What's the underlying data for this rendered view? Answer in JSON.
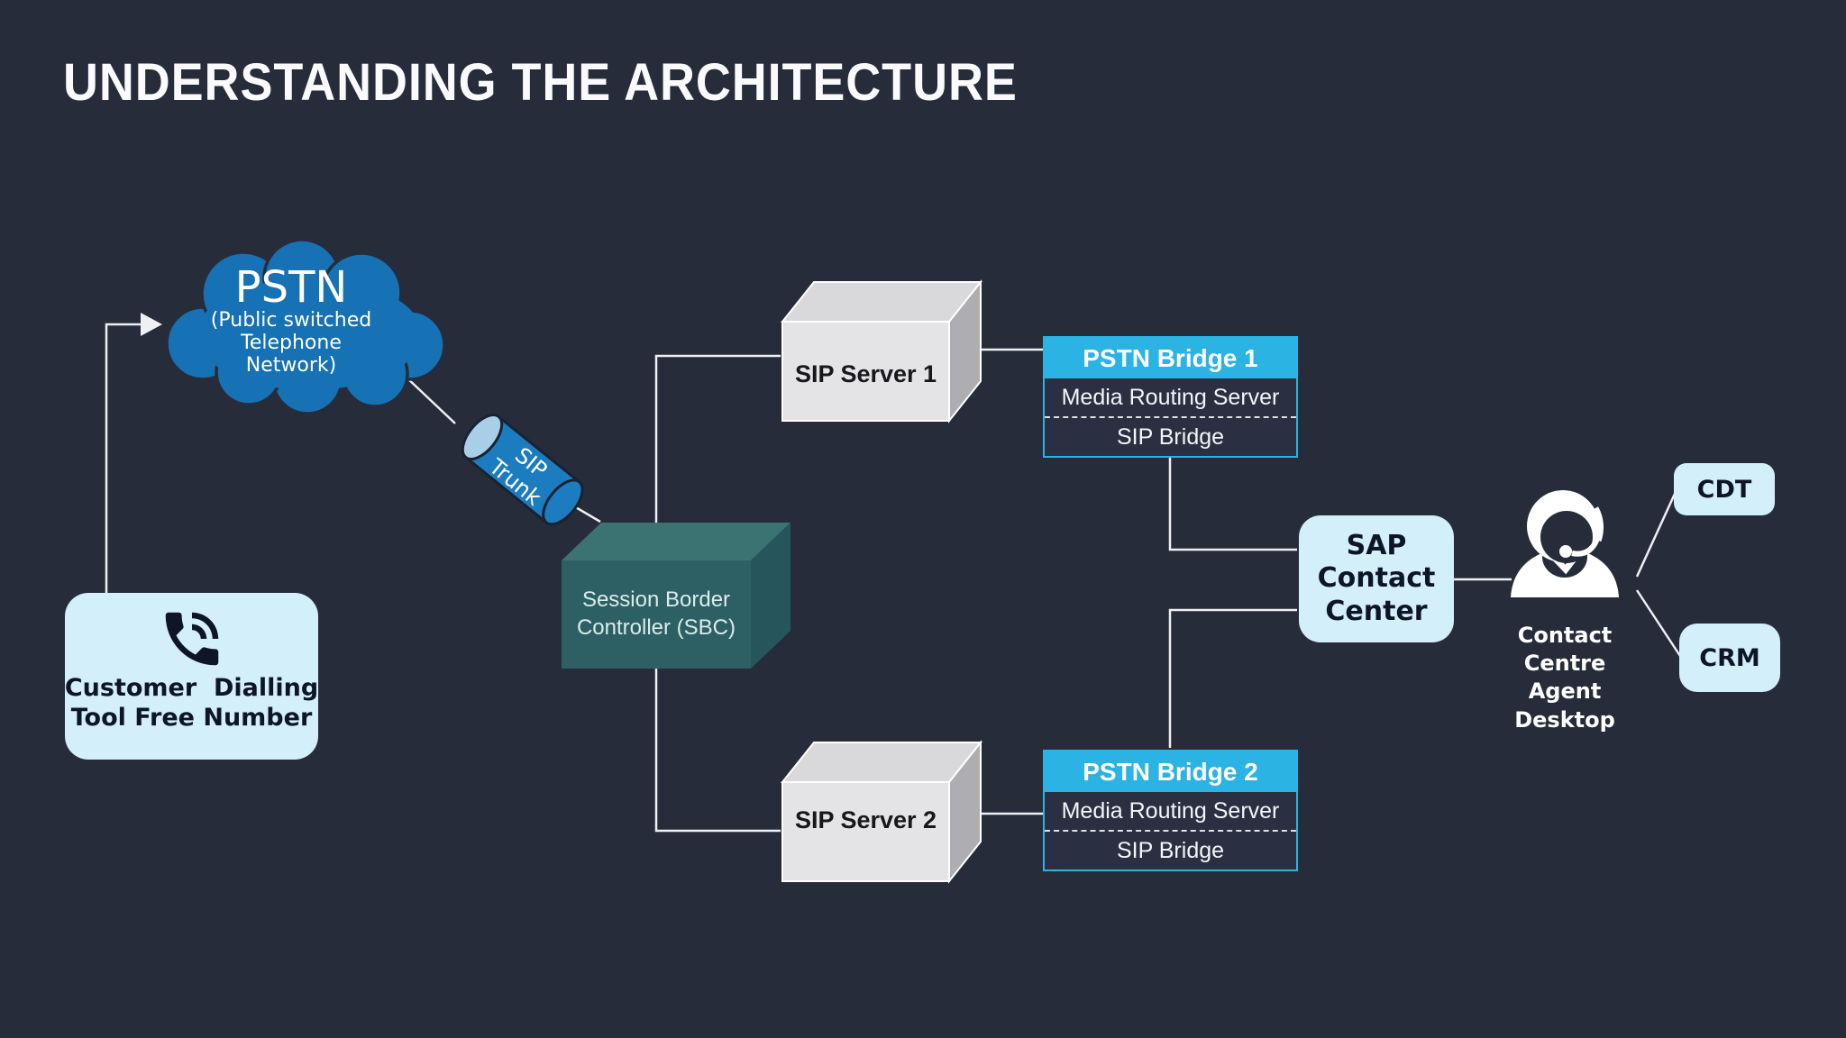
{
  "title": "UNDERSTANDING THE ARCHITECTURE",
  "pstn": {
    "label": "PSTN",
    "sub_lines": [
      "(Public switched",
      "Telephone",
      "Network)"
    ]
  },
  "sip_trunk": {
    "line1": "SIP",
    "line2": "Trunk"
  },
  "sbc": {
    "line1": "Session Border",
    "line2": "Controller (SBC)"
  },
  "servers": {
    "server1": "SIP Server 1",
    "server2": "SIP Server 2"
  },
  "bridges": {
    "bridge1": {
      "header": "PSTN Bridge 1",
      "rows": [
        "Media Routing Server",
        "SIP Bridge"
      ]
    },
    "bridge2": {
      "header": "PSTN Bridge 2",
      "rows": [
        "Media Routing Server",
        "SIP Bridge"
      ]
    }
  },
  "sap": {
    "lines": [
      "SAP",
      "Contact",
      "Center"
    ]
  },
  "agent": {
    "lines": [
      "Contact Centre",
      "Agent Desktop"
    ]
  },
  "cdt_label": "CDT",
  "crm_label": "CRM",
  "customer": {
    "lines": [
      "Customer  Dialling",
      "Tool Free Number"
    ]
  },
  "icons": {
    "customer": "phone-call-icon",
    "agent": "agent-headset-icon",
    "pstn": "cloud-shape",
    "sip_trunk": "cylinder-shape"
  },
  "colors": {
    "background": "#272c3a",
    "cloud_blue": "#1671b5",
    "trunk_blue": "#1b7cc0",
    "trunk_end_light": "#a9cfe8",
    "sbc_teal_front": "#2c6064",
    "sbc_teal_top": "#3b7372",
    "sbc_teal_side": "#26565c",
    "server_gray_front": "#e4e4e6",
    "server_gray_top": "#d9d9db",
    "server_gray_side": "#aeaeb2",
    "bridge_cyan": "#2ab3e3",
    "light_blue_box": "#d3eff9",
    "connector_white": "#eef0f4",
    "dark_text": "#0d1526"
  }
}
